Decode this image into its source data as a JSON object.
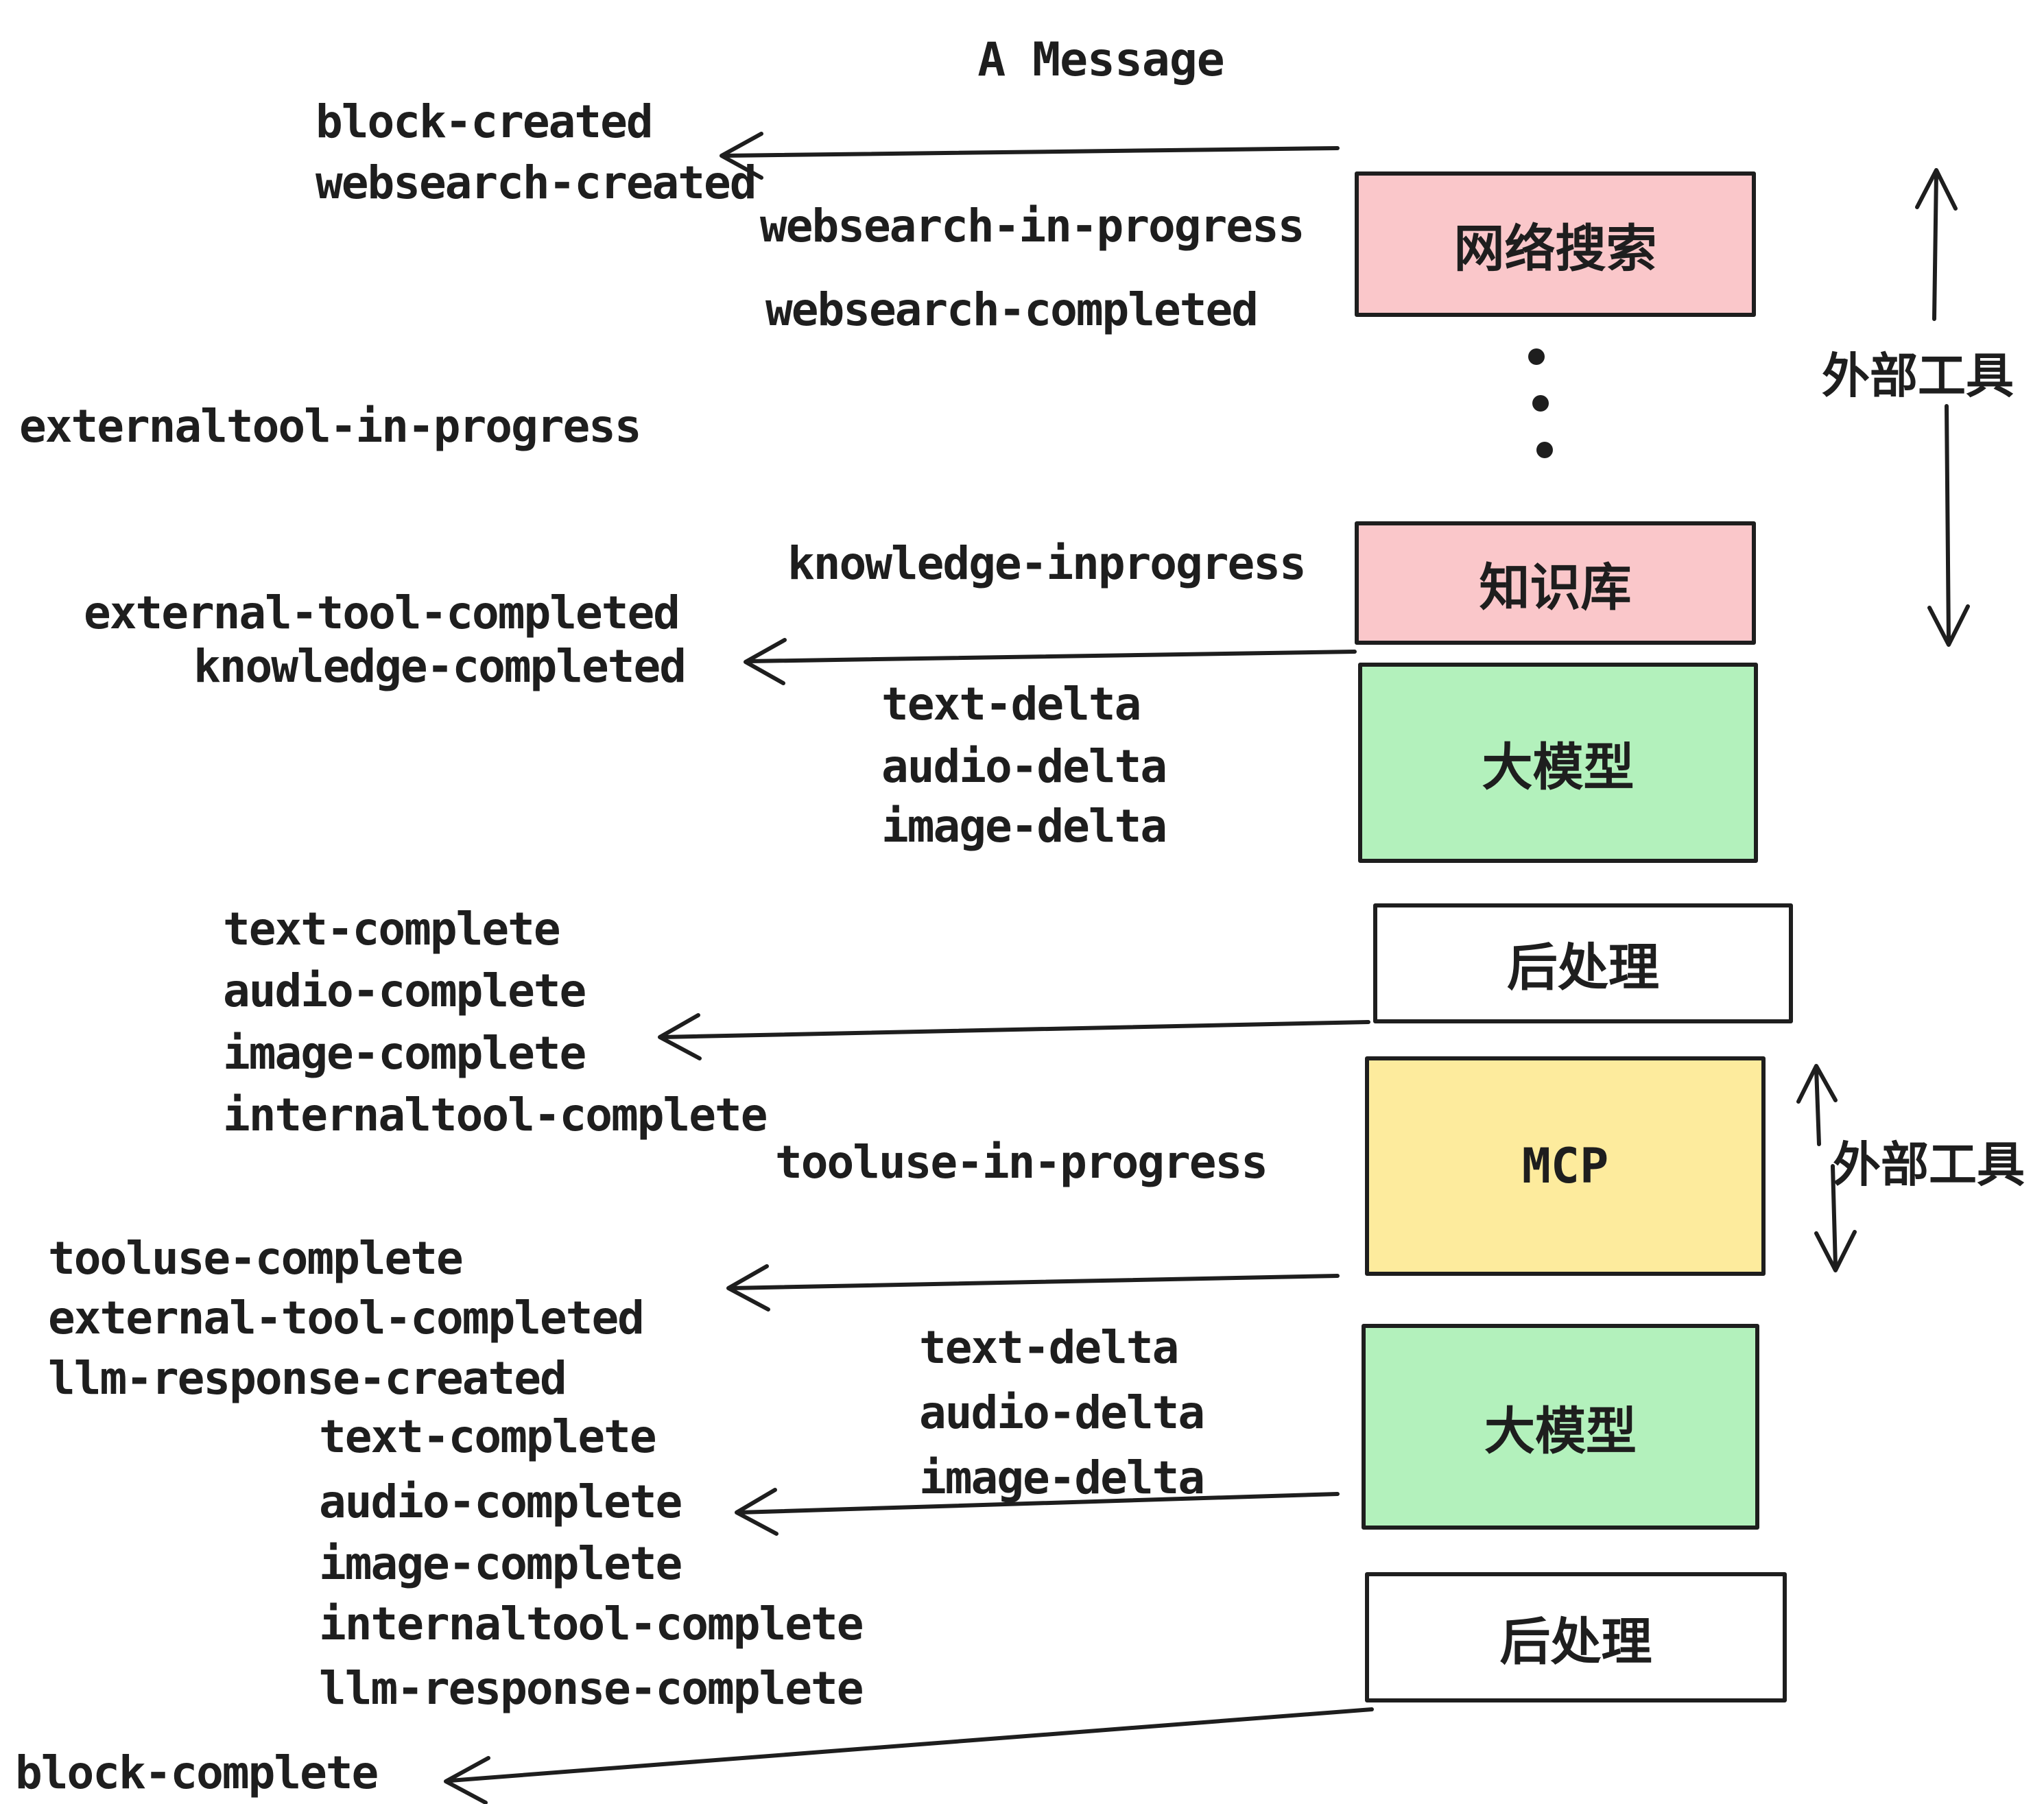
{
  "title": "A Message",
  "colors": {
    "pink": "#fac7ca",
    "green": "#b3f1bc",
    "yellow": "#fdeb9d",
    "white": "#ffffff",
    "line": "#1e1e1e",
    "background": "#ffffff"
  },
  "nodes": [
    {
      "id": "websearch",
      "label": "网络搜索",
      "color": "pink"
    },
    {
      "id": "knowledge",
      "label": "知识库",
      "color": "pink"
    },
    {
      "id": "llm-1",
      "label": "大模型",
      "color": "green"
    },
    {
      "id": "postprocess-1",
      "label": "后处理",
      "color": "white"
    },
    {
      "id": "mcp",
      "label": "MCP",
      "color": "yellow"
    },
    {
      "id": "llm-2",
      "label": "大模型",
      "color": "green"
    },
    {
      "id": "postprocess-2",
      "label": "后处理",
      "color": "white"
    }
  ],
  "side_labels": [
    {
      "label": "外部工具"
    },
    {
      "label": "外部工具"
    }
  ],
  "events": [
    {
      "label": "block-created"
    },
    {
      "label": "websearch-created"
    },
    {
      "label": "websearch-in-progress"
    },
    {
      "label": "websearch-completed"
    },
    {
      "label": "externaltool-in-progress"
    },
    {
      "label": "knowledge-inprogress"
    },
    {
      "label": "external-tool-completed"
    },
    {
      "label": "knowledge-completed"
    },
    {
      "label": "text-delta"
    },
    {
      "label": "audio-delta"
    },
    {
      "label": "image-delta"
    },
    {
      "label": "text-complete"
    },
    {
      "label": "audio-complete"
    },
    {
      "label": "image-complete"
    },
    {
      "label": "internaltool-complete"
    },
    {
      "label": "tooluse-in-progress"
    },
    {
      "label": "tooluse-complete"
    },
    {
      "label": "external-tool-completed"
    },
    {
      "label": "llm-response-created"
    },
    {
      "label": "text-complete"
    },
    {
      "label": "audio-complete"
    },
    {
      "label": "image-complete"
    },
    {
      "label": "internaltool-complete"
    },
    {
      "label": "llm-response-complete"
    },
    {
      "label": "block-complete"
    },
    {
      "label": "text-delta"
    },
    {
      "label": "audio-delta"
    },
    {
      "label": "image-delta"
    }
  ]
}
